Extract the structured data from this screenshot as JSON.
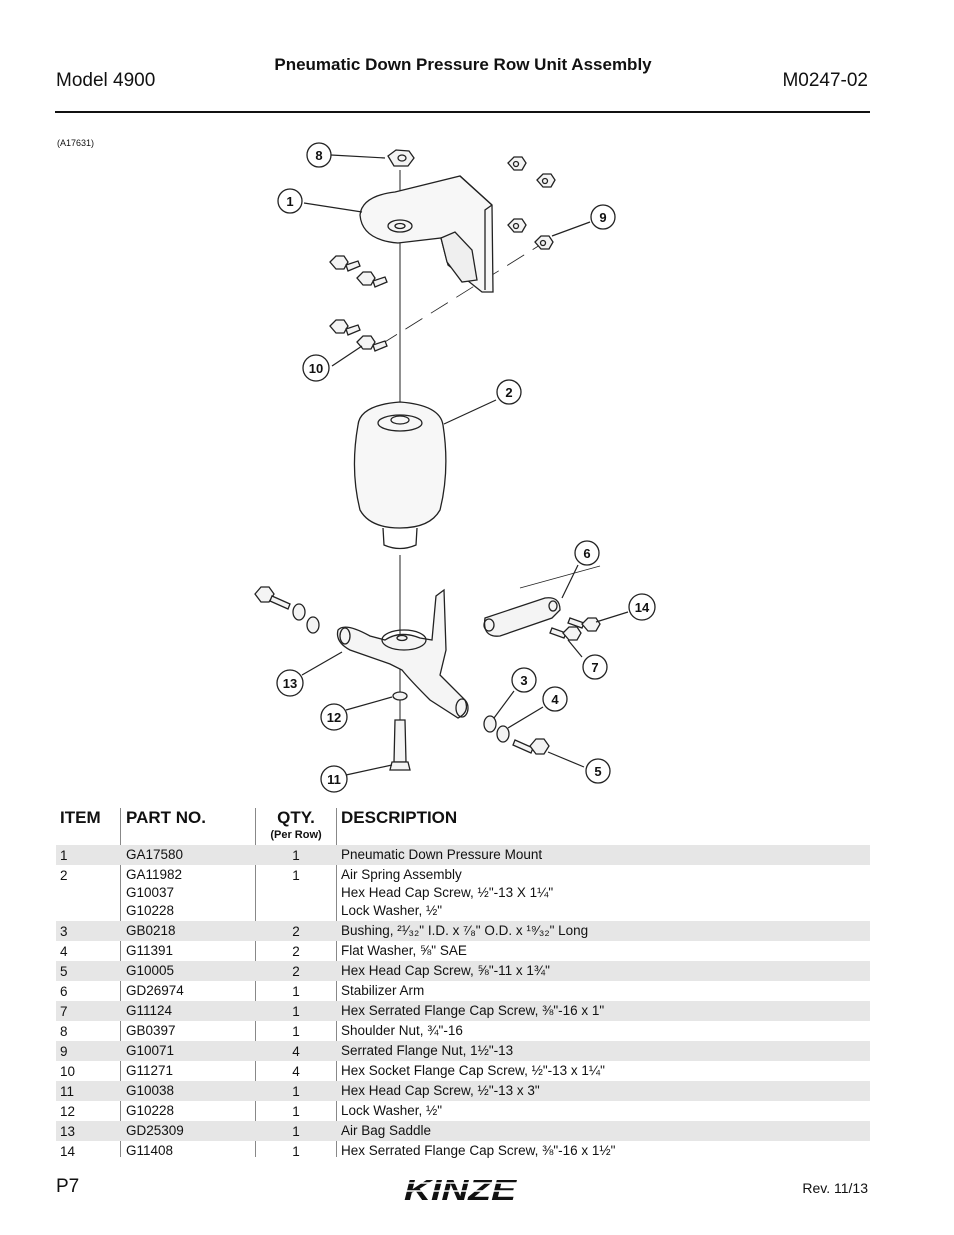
{
  "header": {
    "model": "Model 4900",
    "title": "Pneumatic Down Pressure Row Unit Assembly",
    "doc_number": "M0247-02"
  },
  "figure": {
    "ref": "(A17631)",
    "callouts": [
      "1",
      "2",
      "3",
      "4",
      "5",
      "6",
      "7",
      "8",
      "9",
      "10",
      "11",
      "12",
      "13",
      "14"
    ]
  },
  "table": {
    "headers": {
      "item": "ITEM",
      "part": "PART NO.",
      "qty": "QTY.",
      "qty_sub": "(Per Row)",
      "desc": "DESCRIPTION"
    },
    "rows": [
      {
        "item": "1",
        "part": [
          "GA17580"
        ],
        "qty": "1",
        "desc": [
          "Pneumatic Down Pressure Mount"
        ]
      },
      {
        "item": "2",
        "part": [
          "GA11982",
          "G10037",
          "G10228"
        ],
        "qty": "1",
        "desc": [
          "Air Spring Assembly",
          "Hex Head Cap Screw, ½\"-13 X 1¼\"",
          "Lock Washer, ½\""
        ]
      },
      {
        "item": "3",
        "part": [
          "GB0218"
        ],
        "qty": "2",
        "desc": [
          "Bushing, ²¹⁄₃₂\" I.D. x ⁷⁄₈\" O.D. x ¹⁹⁄₃₂\" Long"
        ]
      },
      {
        "item": "4",
        "part": [
          "G11391"
        ],
        "qty": "2",
        "desc": [
          "Flat Washer, ⅝\" SAE"
        ]
      },
      {
        "item": "5",
        "part": [
          "G10005"
        ],
        "qty": "2",
        "desc": [
          "Hex Head Cap Screw, ⅝\"-11 x 1¾\""
        ]
      },
      {
        "item": "6",
        "part": [
          "GD26974"
        ],
        "qty": "1",
        "desc": [
          "Stabilizer Arm"
        ]
      },
      {
        "item": "7",
        "part": [
          "G11124"
        ],
        "qty": "1",
        "desc": [
          "Hex Serrated Flange Cap Screw, ⅜\"-16 x 1\""
        ]
      },
      {
        "item": "8",
        "part": [
          "GB0397"
        ],
        "qty": "1",
        "desc": [
          "Shoulder Nut, ¾\"-16"
        ]
      },
      {
        "item": "9",
        "part": [
          "G10071"
        ],
        "qty": "4",
        "desc": [
          "Serrated Flange Nut, 1½\"-13"
        ]
      },
      {
        "item": "10",
        "part": [
          "G11271"
        ],
        "qty": "4",
        "desc": [
          "Hex Socket Flange Cap Screw, ½\"-13 x 1¼\""
        ]
      },
      {
        "item": "11",
        "part": [
          "G10038"
        ],
        "qty": "1",
        "desc": [
          "Hex Head Cap Screw, ½\"-13 x 3\""
        ]
      },
      {
        "item": "12",
        "part": [
          "G10228"
        ],
        "qty": "1",
        "desc": [
          "Lock Washer, ½\""
        ]
      },
      {
        "item": "13",
        "part": [
          "GD25309"
        ],
        "qty": "1",
        "desc": [
          "Air Bag Saddle"
        ]
      },
      {
        "item": "14",
        "part": [
          "G11408"
        ],
        "qty": "1",
        "desc": [
          "Hex Serrated Flange Cap Screw, ⅜\"-16 x 1½\""
        ]
      }
    ]
  },
  "footer": {
    "page": "P7",
    "brand": "KINZE",
    "revision": "Rev. 11/13"
  }
}
